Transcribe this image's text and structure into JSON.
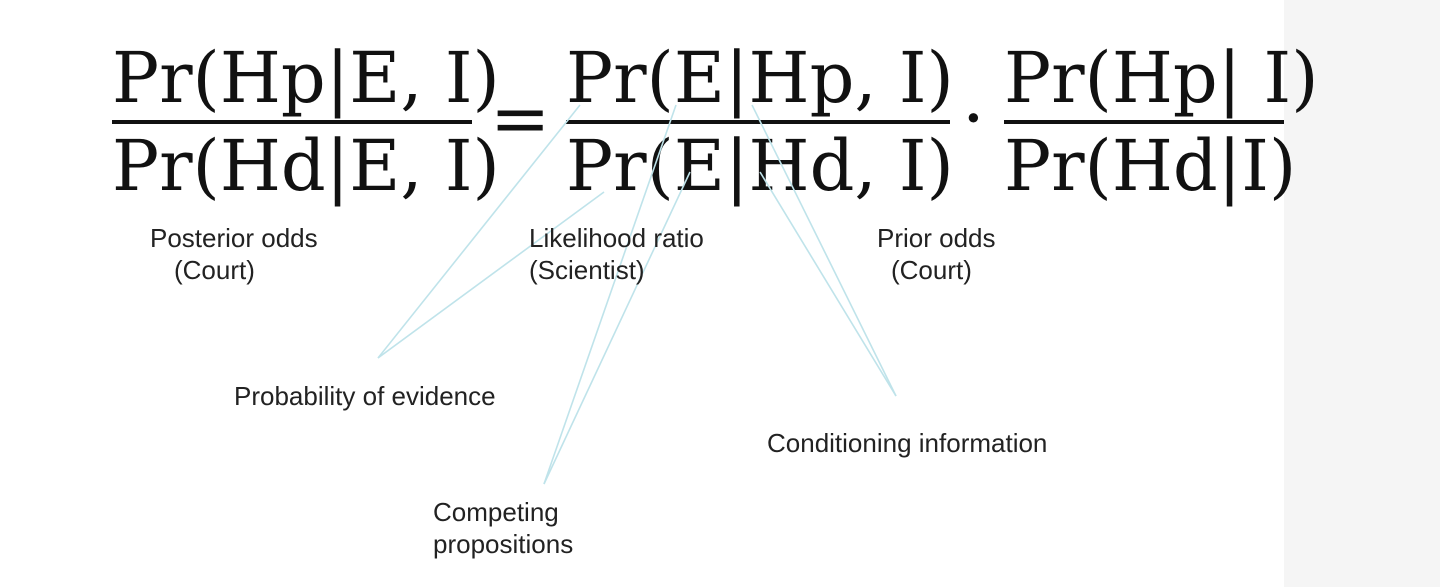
{
  "formula": {
    "posterior": {
      "numerator": "Pr(Hp|E, I)",
      "denominator": "Pr(Hd|E, I)"
    },
    "equals": "=",
    "likelihood": {
      "numerator": "Pr(E|Hp, I)",
      "denominator": "Pr(E|Hd,  I)"
    },
    "dot": "·",
    "prior": {
      "numerator": "Pr(Hp| I)",
      "denominator": "Pr(Hd|I)"
    }
  },
  "labels": {
    "posterior_odds": {
      "line1": "Posterior odds",
      "line2": "(Court)"
    },
    "likelihood_ratio": {
      "line1": "Likelihood ratio",
      "line2": "(Scientist)"
    },
    "prior_odds": {
      "line1": "Prior odds",
      "line2": "(Court)"
    },
    "probability_of_evidence": "Probability of evidence",
    "conditioning_information": "Conditioning information",
    "competing_propositions": {
      "line1": "Competing",
      "line2": "propositions"
    }
  },
  "colors": {
    "arrow": "#bfe3ea",
    "text": "#111111",
    "margin": "#f5f5f5"
  }
}
